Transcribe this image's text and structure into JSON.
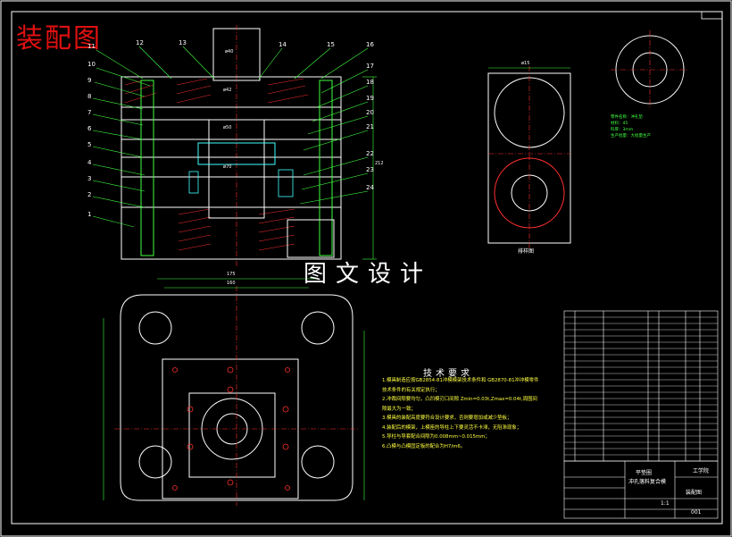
{
  "drawing_title": "装配图",
  "overlay_text": "图文设计",
  "tech_requirements": {
    "title": "技术要求",
    "items": [
      "1.模具制造应按GB2854-81冲模模架技术条件和 GB2870-81冲冲模零件",
      "技术条件的有关规定执行；",
      "2.冲裁间隙要均匀，凸凹模刃口间隙 Zmin=0.03t,Zmax=0.04t,周围间",
      "隙最大为一致；",
      "3.模具的装配高度要符合设计要求，否则要增加或减少垫板；",
      "4.装配后的模架，上模座的导柱上下要灵活不卡滞，无阻滞现象；",
      "5.导柱与导套配合间隙为0.008mm~0.015mm；",
      "6.凸模与凸模固定板的配合为H7/m6。"
    ]
  },
  "part_numbers_left": [
    "11",
    "10",
    "9",
    "8",
    "7",
    "6",
    "5",
    "4",
    "3",
    "2",
    "1"
  ],
  "part_numbers_top": [
    "12",
    "13",
    "14",
    "15",
    "16"
  ],
  "part_numbers_right": [
    "17",
    "18",
    "19",
    "20",
    "21",
    "22",
    "23",
    "24"
  ],
  "dimension_labels": {
    "d40": "ø40",
    "d42": "ø42",
    "d50": "ø50",
    "d70": "ø70",
    "w175": "175",
    "w160": "160",
    "h212": "212",
    "top_w": "ø15"
  },
  "view_labels": {
    "strip": "排样图",
    "workpiece_note": [
      "零件名称：冲孔垫",
      "材料：45",
      "料厚：3mm",
      "生产批量：大批量生产"
    ]
  },
  "title_block": {
    "project": "冲孔落料复合模",
    "part": "平垫圈",
    "drawing_name": "装配图",
    "code": "001",
    "scale": "1:1",
    "school": "工学院"
  }
}
